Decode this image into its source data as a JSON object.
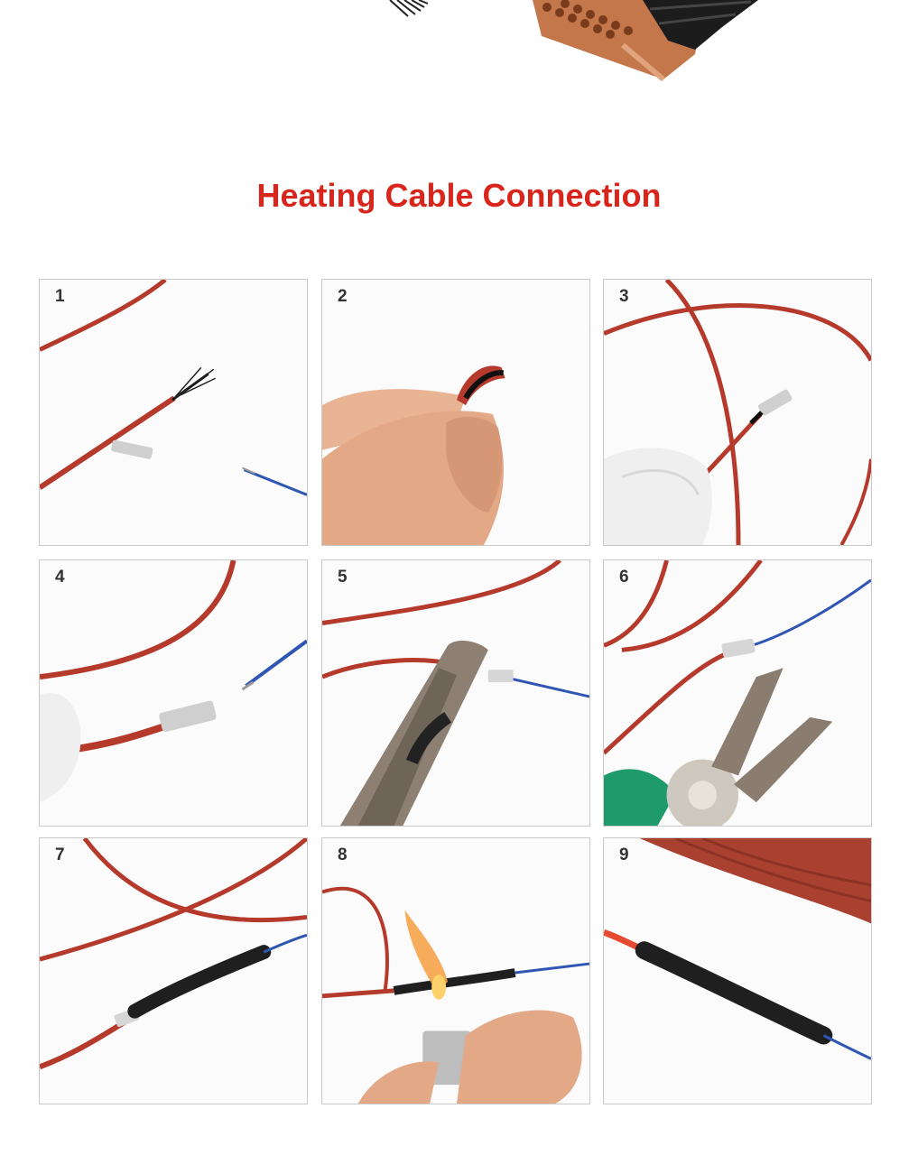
{
  "title": "Heating Cable Connection",
  "colors": {
    "title_red": "#d8261d",
    "cable_red": "#b53a2c",
    "wire_blue": "#2f56b3",
    "sleeve_black": "#1f1f1f",
    "copper": "#c4774a"
  },
  "steps": [
    {
      "number": "1"
    },
    {
      "number": "2"
    },
    {
      "number": "3"
    },
    {
      "number": "4"
    },
    {
      "number": "5"
    },
    {
      "number": "6"
    },
    {
      "number": "7"
    },
    {
      "number": "8"
    },
    {
      "number": "9"
    }
  ]
}
